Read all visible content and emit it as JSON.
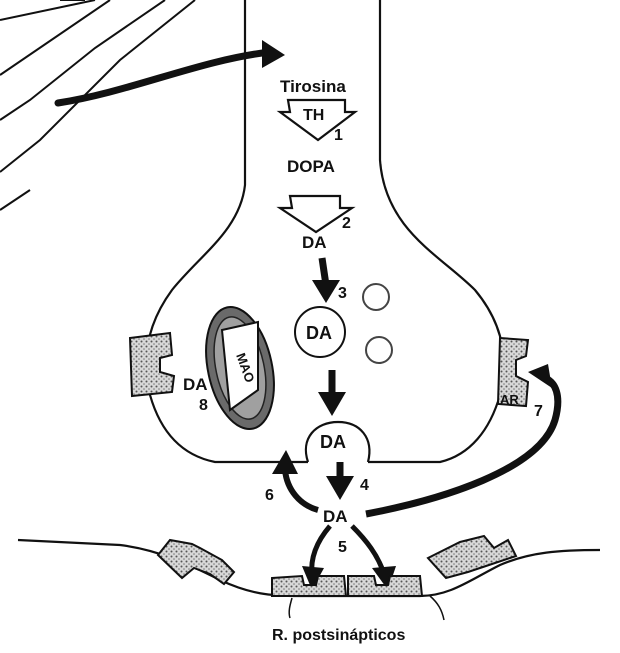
{
  "labels": {
    "tyrosine": "Tirosina",
    "th": "TH",
    "step1": "1",
    "dopa": "DOPA",
    "step2": "2",
    "da_cytosol": "DA",
    "step3": "3",
    "da_vesicle": "DA",
    "da_mito": "DA",
    "mao": "MAO",
    "step8": "8",
    "da_fusing_vesicle": "DA",
    "step4": "4",
    "da_cleft": "DA",
    "step5": "5",
    "step6": "6",
    "ar": "AR",
    "step7": "7",
    "postsynaptic": "R. postsinápticos"
  }
}
